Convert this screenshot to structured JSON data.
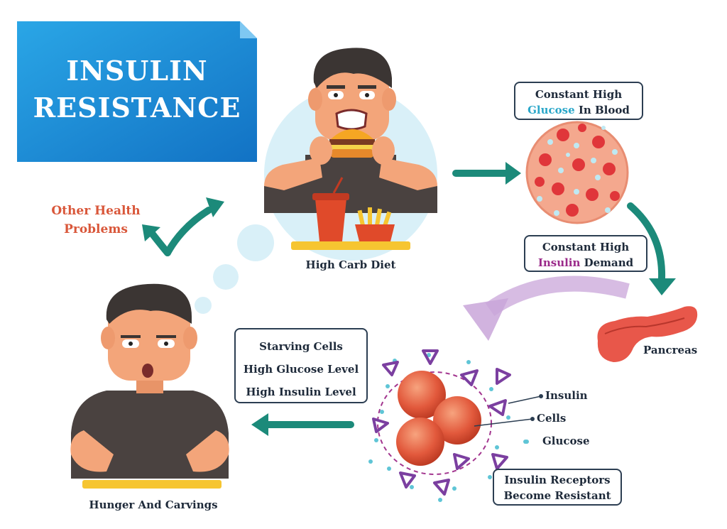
{
  "title": {
    "line1": "INSULIN",
    "line2": "RESISTANCE"
  },
  "labels": {
    "high_carb_diet": "High Carb Diet",
    "other_health_line1": "Other Health",
    "other_health_line2": "Problems",
    "glucose_box_line1": "Constant High",
    "glucose_box_word": "Glucose",
    "glucose_box_rest": " In Blood",
    "insulin_box_line1": "Constant High",
    "insulin_box_word": "Insulin",
    "insulin_box_rest": " Demand",
    "pancreas": "Pancreas",
    "legend_insulin": "Insulin",
    "legend_cells": "Cells",
    "legend_glucose": "Glucose",
    "receptors_line1": "Insulin Receptors",
    "receptors_line2": "Become Resistant",
    "starving_cells": "Starving Cells",
    "high_glucose": "High Glucose Level",
    "high_insulin": "High Insulin Level",
    "hunger": "Hunger And Carvings"
  },
  "colors": {
    "title_blue": "#1f8fd6",
    "arrow_teal": "#1c8a7a",
    "orange_text": "#d9573a",
    "glucose_blue": "#2aa7c9",
    "insulin_purple": "#9b2a8a",
    "skin": "#f3a57a",
    "hair": "#3b3533",
    "shirt": "#4a4240",
    "cell_red": "#e0503a",
    "insulin_violet": "#7b3fa0"
  }
}
